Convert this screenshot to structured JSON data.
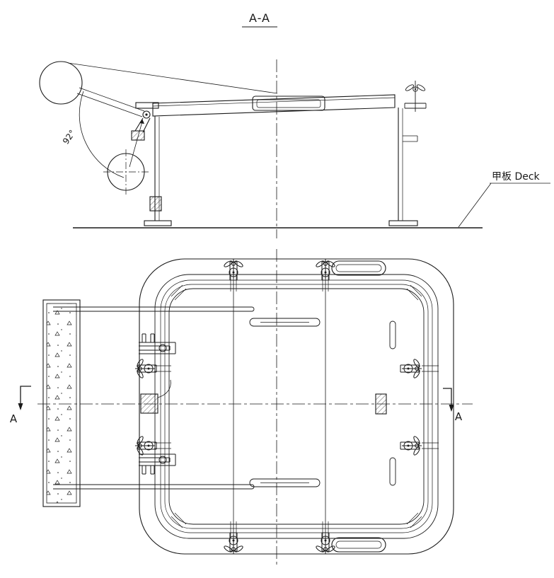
{
  "drawing": {
    "title": "A-A",
    "angle_label": "92°",
    "deck_label": "甲板 Deck",
    "section_marker_left": "A",
    "section_marker_right": "A",
    "line_color": "#1a1a1a",
    "background_color": "#ffffff"
  }
}
